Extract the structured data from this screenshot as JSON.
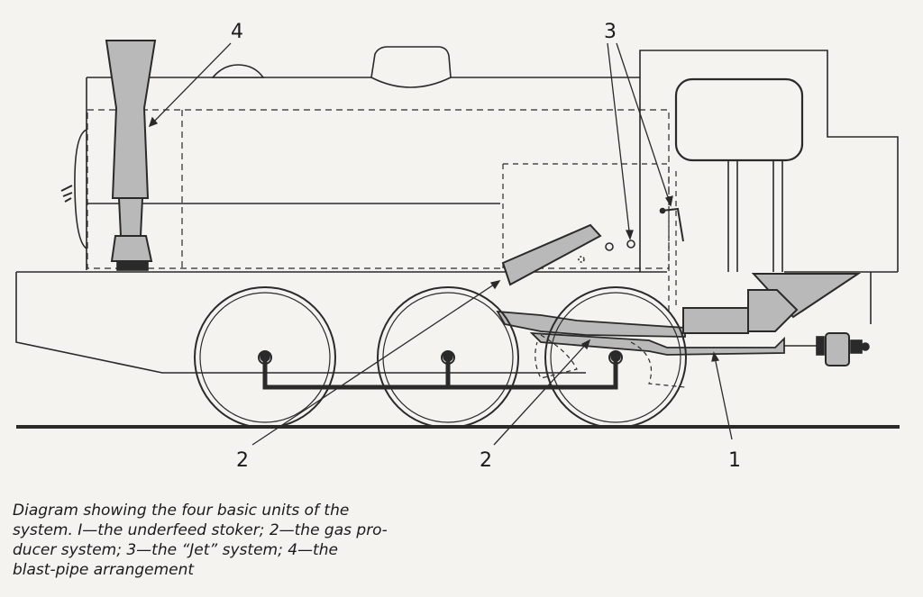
{
  "callouts": {
    "c1": "1",
    "c2_left": "2",
    "c2_right": "2",
    "c3": "3",
    "c4": "4"
  },
  "caption": {
    "lines": [
      "Diagram showing the four basic units of the",
      "system. I—the underfeed stoker; 2—the gas pro-",
      "ducer system; 3—the “Jet” system; 4—the",
      "blast-pipe arrangement"
    ]
  },
  "colors": {
    "background": "#f4f3ef",
    "line": "#2a2a2a",
    "shaded_parts": "#b9b9b9"
  }
}
